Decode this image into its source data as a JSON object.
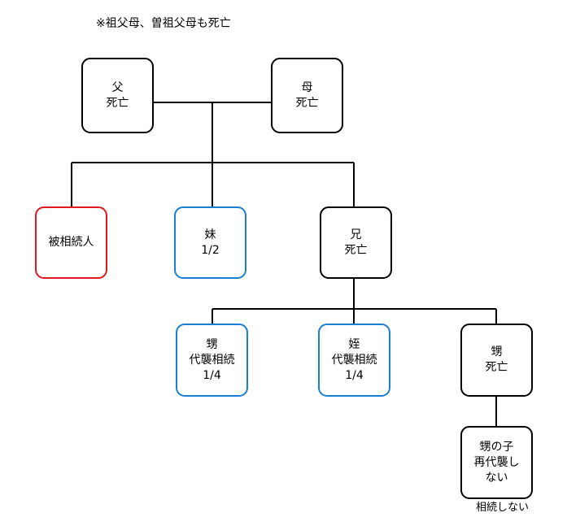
{
  "note": "※祖父母、曽祖父母も死亡",
  "nodes": {
    "father": {
      "line1": "父",
      "line2": "死亡"
    },
    "mother": {
      "line1": "母",
      "line2": "死亡"
    },
    "deceased": {
      "line1": "被相続人"
    },
    "sister": {
      "line1": "妹",
      "line2": "1/2"
    },
    "brother": {
      "line1": "兄",
      "line2": "死亡"
    },
    "nephew": {
      "line1": "甥",
      "line2": "代襲相続",
      "line3": "1/4"
    },
    "niece": {
      "line1": "姪",
      "line2": "代襲相続",
      "line3": "1/4"
    },
    "nephew_deceased": {
      "line1": "甥",
      "line2": "死亡"
    },
    "grandnephew": {
      "line1": "甥の子",
      "line2": "再代襲し",
      "line3": "ない"
    }
  },
  "footnote": "相続しない",
  "colors": {
    "heir": "#1a7fd4",
    "deceased_person": "#e0191f",
    "default": "#000000"
  }
}
